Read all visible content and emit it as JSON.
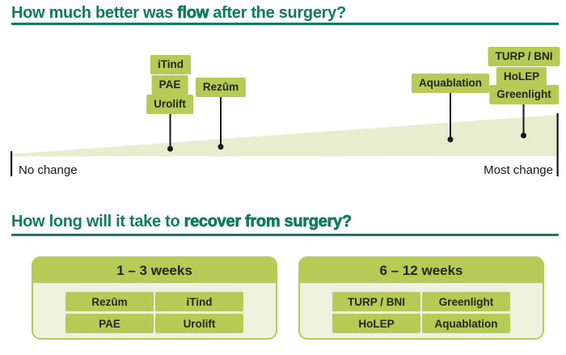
{
  "colors": {
    "accent_teal": "#0f7b5f",
    "chip_green": "#b6ca55",
    "wedge_fill": "#e9edd0",
    "panel_fill": "#eef1dc",
    "chip_text": "#20281a",
    "axis_text": "#161616"
  },
  "flow_section": {
    "title": {
      "pre": "How much better was ",
      "bold": "flow",
      "post": " after the surgery?"
    },
    "axis_left": "No change",
    "axis_right": "Most change",
    "labels": [
      "iTind",
      "PAE",
      "Urolift",
      "Rezūm",
      "Aquablation",
      "TURP / BNI",
      "HoLEP",
      "Greenlight"
    ]
  },
  "recovery_section": {
    "title": {
      "pre": "How long will it take to ",
      "bold": "recover from surgery?",
      "post": ""
    },
    "groups": [
      {
        "header": "1 – 3 weeks",
        "items": [
          "Rezūm",
          "iTind",
          "PAE",
          "Urolift"
        ]
      },
      {
        "header": "6 – 12 weeks",
        "items": [
          "TURP / BNI",
          "Greenlight",
          "HoLEP",
          "Aquablation"
        ]
      }
    ]
  },
  "chart_data": [
    {
      "type": "scatter",
      "title": "How much better was flow after the surgery?",
      "x_axis": {
        "min_label": "No change",
        "max_label": "Most change"
      },
      "points": [
        {
          "labels": [
            "iTind",
            "PAE",
            "Urolift"
          ],
          "x_pct": 29
        },
        {
          "labels": [
            "Rezūm"
          ],
          "x_pct": 38
        },
        {
          "labels": [
            "Aquablation"
          ],
          "x_pct": 80
        },
        {
          "labels": [
            "TURP / BNI",
            "HoLEP",
            "Greenlight"
          ],
          "x_pct": 94
        }
      ],
      "notes": "pale green wedge thickens from No change (left) to Most change (right); each procedure marked with a stem and dot on the wedge"
    },
    {
      "type": "table",
      "title": "How long will it take to recover from surgery?",
      "columns": [
        "1 – 3 weeks",
        "6 – 12 weeks"
      ],
      "cells": [
        [
          "Rezūm",
          "iTind",
          "PAE",
          "Urolift"
        ],
        [
          "TURP / BNI",
          "Greenlight",
          "HoLEP",
          "Aquablation"
        ]
      ]
    }
  ]
}
